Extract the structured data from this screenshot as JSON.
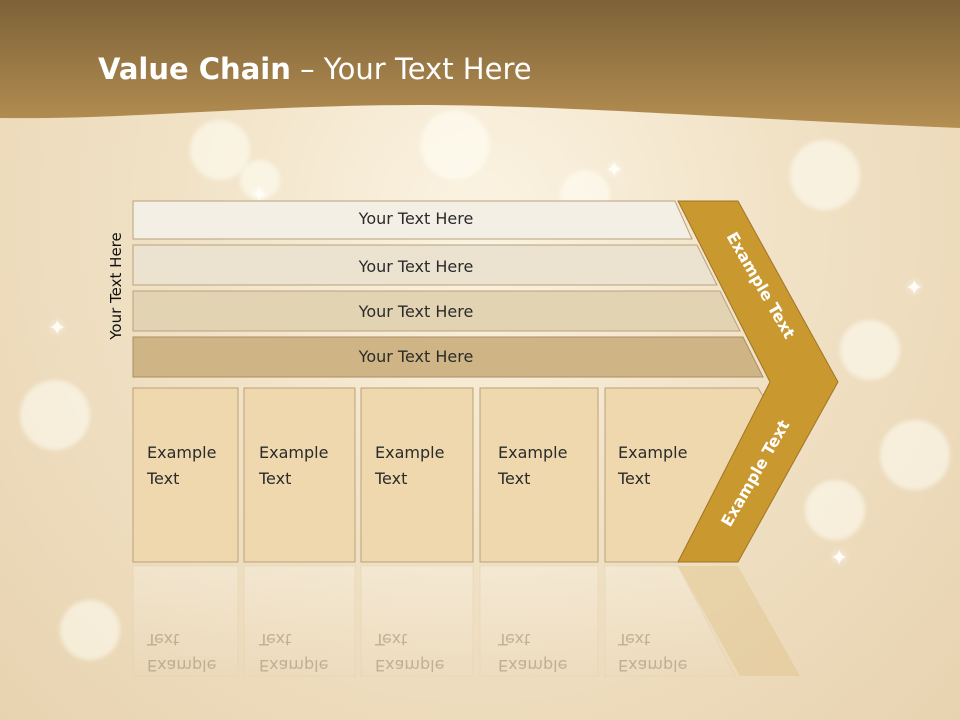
{
  "title": {
    "bold": "Value Chain",
    "rest": " – Your Text Here"
  },
  "side_label": "Your Text Here",
  "bars": [
    {
      "label": "Your Text Here"
    },
    {
      "label": "Your Text Here"
    },
    {
      "label": "Your Text Here"
    },
    {
      "label": "Your Text Here"
    }
  ],
  "columns": [
    {
      "line1": "Example",
      "line2": "Text"
    },
    {
      "line1": "Example",
      "line2": "Text"
    },
    {
      "line1": "Example",
      "line2": "Text"
    },
    {
      "line1": "Example",
      "line2": "Text"
    },
    {
      "line1": "Example",
      "line2": "Text"
    }
  ],
  "chevron": {
    "upper_label": "Example Text",
    "lower_label": "Example Text"
  },
  "colors": {
    "header_band": "#a8844a",
    "chevron": "#c9982f",
    "bar_1": "#f3efe5",
    "bar_2": "#ebe2d0",
    "bar_3": "#e2d3b3",
    "bar_4": "#cfb585",
    "columns": "#efd8ae"
  }
}
